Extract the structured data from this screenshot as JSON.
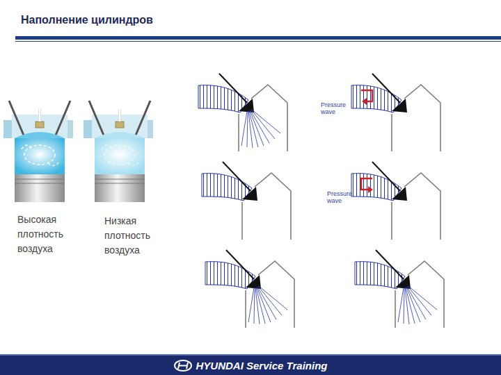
{
  "diagram": {
    "title": "Наполнение цилиндров",
    "nodes": [
      {
        "text": [
          "HYUNDAI Service Training"
        ]
      }
    ],
    "labels": [
      "Высокая плотность воздуха",
      "Низкая плотность воздуха",
      "Pressure wave",
      "Pressure wave"
    ]
  }
}
